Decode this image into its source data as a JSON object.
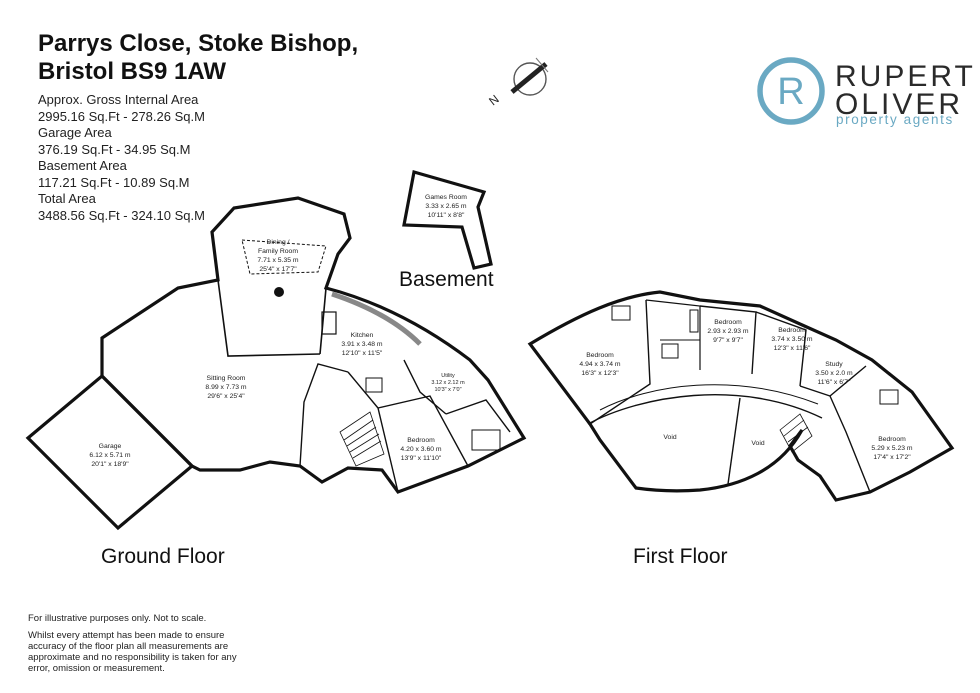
{
  "header": {
    "title_line1": "Parrys Close, Stoke Bishop,",
    "title_line2": "Bristol BS9 1AW"
  },
  "areas": {
    "gross_label": "Approx. Gross Internal Area",
    "gross_value": "2995.16 Sq.Ft - 278.26 Sq.M",
    "garage_label": "Garage Area",
    "garage_value": "376.19 Sq.Ft - 34.95 Sq.M",
    "basement_label": "Basement Area",
    "basement_value": "117.21 Sq.Ft - 10.89 Sq.M",
    "total_label": "Total Area",
    "total_value": "3488.56 Sq.Ft - 324.10 Sq.M"
  },
  "compass": {
    "label": "N"
  },
  "logo": {
    "letter": "R",
    "line1": "RUPERT",
    "line2": "OLIVER",
    "line3": "property agents",
    "brand_color": "#6aa9c3"
  },
  "floors": {
    "ground": "Ground Floor",
    "first": "First Floor",
    "basement": "Basement"
  },
  "rooms": {
    "games": {
      "name": "Games Room",
      "m": "3.33 x 2.65 m",
      "ft": "10'11\" x 8'8\""
    },
    "dining": {
      "name1": "Dining /",
      "name2": "Family Room",
      "m": "7.71 x 5.35 m",
      "ft": "25'4\" x 17'7\""
    },
    "kitchen": {
      "name": "Kitchen",
      "m": "3.91 x 3.48 m",
      "ft": "12'10\" x 11'5\""
    },
    "sitting": {
      "name": "Sitting Room",
      "m": "8.99 x 7.73 m",
      "ft": "29'6\" x 25'4\""
    },
    "utility": {
      "name": "Utility",
      "m": "3.12 x 2.12 m",
      "ft": "10'3\" x 7'0\""
    },
    "bedroom_gf": {
      "name": "Bedroom",
      "m": "4.20 x 3.60 m",
      "ft": "13'9\" x 11'10\""
    },
    "garage": {
      "name": "Garage",
      "m": "6.12 x 5.71 m",
      "ft": "20'1\" x 18'9\""
    },
    "bedroom1": {
      "name": "Bedroom",
      "m": "4.94 x 3.74 m",
      "ft": "16'3\" x 12'3\""
    },
    "bedroom2": {
      "name": "Bedroom",
      "m": "2.93 x 2.93 m",
      "ft": "9'7\" x 9'7\""
    },
    "bedroom3": {
      "name": "Bedroom",
      "m": "3.74 x 3.50 m",
      "ft": "12'3\" x 11'6\""
    },
    "study": {
      "name": "Study",
      "m": "3.50 x 2.0 m",
      "ft": "11'6\" x 6'7\""
    },
    "bedroom4": {
      "name": "Bedroom",
      "m": "5.29 x 5.23 m",
      "ft": "17'4\" x 17'2\""
    },
    "void1": {
      "name": "Void"
    },
    "void2": {
      "name": "Void"
    }
  },
  "disclaimer": {
    "line1": "For illustrative purposes only. Not to scale.",
    "line2": "Whilst every attempt has been made to ensure accuracy of the floor plan all measurements are approximate and no responsibility is taken for any error, omission or measurement."
  }
}
